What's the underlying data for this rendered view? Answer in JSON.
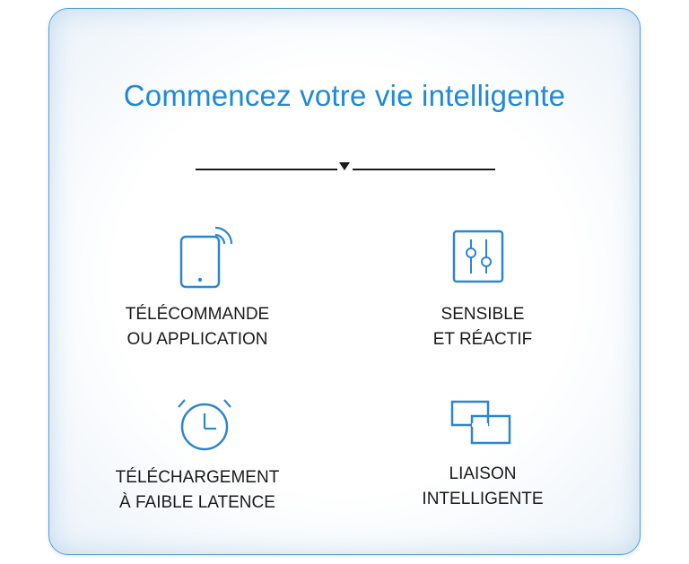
{
  "heading": "Commencez votre vie intelligente",
  "features": [
    {
      "line1": "TÉLÉCOMMANDE",
      "line2": "OU APPLICATION",
      "icon": "phone-remote-icon"
    },
    {
      "line1": "SENSIBLE",
      "line2": "ET RÉACTIF",
      "icon": "sliders-icon"
    },
    {
      "line1": "TÉLÉCHARGEMENT",
      "line2": "À FAIBLE LATENCE",
      "icon": "alarm-clock-icon"
    },
    {
      "line1": "LIAISON",
      "line2": "INTELLIGENTE",
      "icon": "linked-squares-icon"
    }
  ],
  "colors": {
    "accent": "#1f8ad6",
    "icon": "#2e86d0",
    "border": "#5b9bd5",
    "text": "#1a1a1a"
  }
}
